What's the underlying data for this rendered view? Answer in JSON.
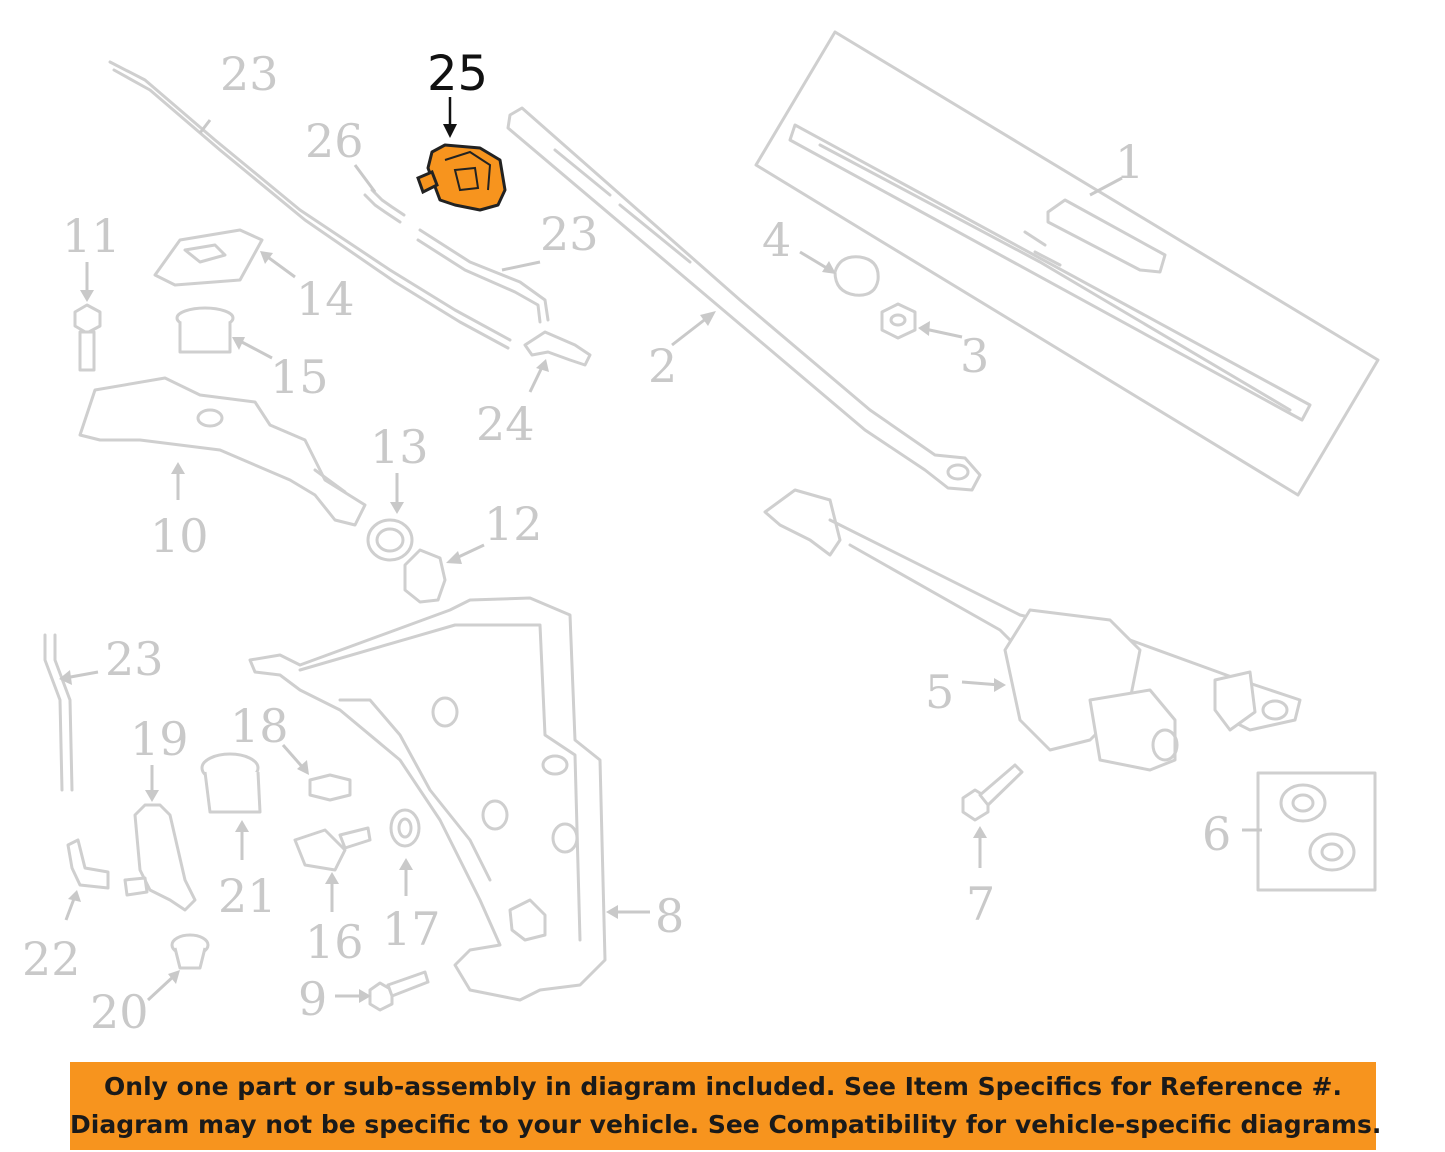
{
  "highlighted_part": {
    "number": "25",
    "fill": "#f7941e",
    "stroke": "#222222"
  },
  "labels": {
    "p1": "1",
    "p2": "2",
    "p3": "3",
    "p4": "4",
    "p5": "5",
    "p6": "6",
    "p7": "7",
    "p8": "8",
    "p9": "9",
    "p10": "10",
    "p11": "11",
    "p12": "12",
    "p13": "13",
    "p14": "14",
    "p15": "15",
    "p16": "16",
    "p17": "17",
    "p18": "18",
    "p19": "19",
    "p20": "20",
    "p21": "21",
    "p22": "22",
    "p23a": "23",
    "p23b": "23",
    "p23c": "23",
    "p24": "24",
    "p26": "26"
  },
  "colors": {
    "part_lines": "#cfcfcf",
    "notice_background": "#f7941e"
  },
  "notice": {
    "line1": "Only one part or sub-assembly in diagram included. See Item Specifics for Reference #.",
    "line2": "Diagram may not be specific to your vehicle. See Compatibility for vehicle-specific diagrams."
  }
}
